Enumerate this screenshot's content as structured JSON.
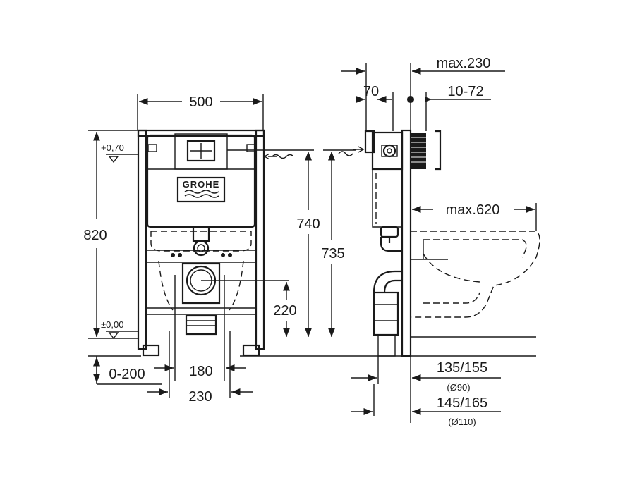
{
  "brand": {
    "logo_text": "GROHE"
  },
  "front_view": {
    "width": "500",
    "height": "820",
    "level_top": "+0,70",
    "level_floor": "±0,00",
    "offset": "0-200",
    "outlet_spacing": "180",
    "inner_width": "230",
    "outlet_height": "220",
    "inlet_height": "740"
  },
  "side_view": {
    "inlet_offset": "70",
    "max_depth": "max.230",
    "wall_thickness": "10-72",
    "height": "735",
    "max_projection": "max.620",
    "outlet_90": "135/155",
    "outlet_90_diameter": "(Ø90)",
    "outlet_110": "145/165",
    "outlet_110_diameter": "(Ø110)"
  }
}
